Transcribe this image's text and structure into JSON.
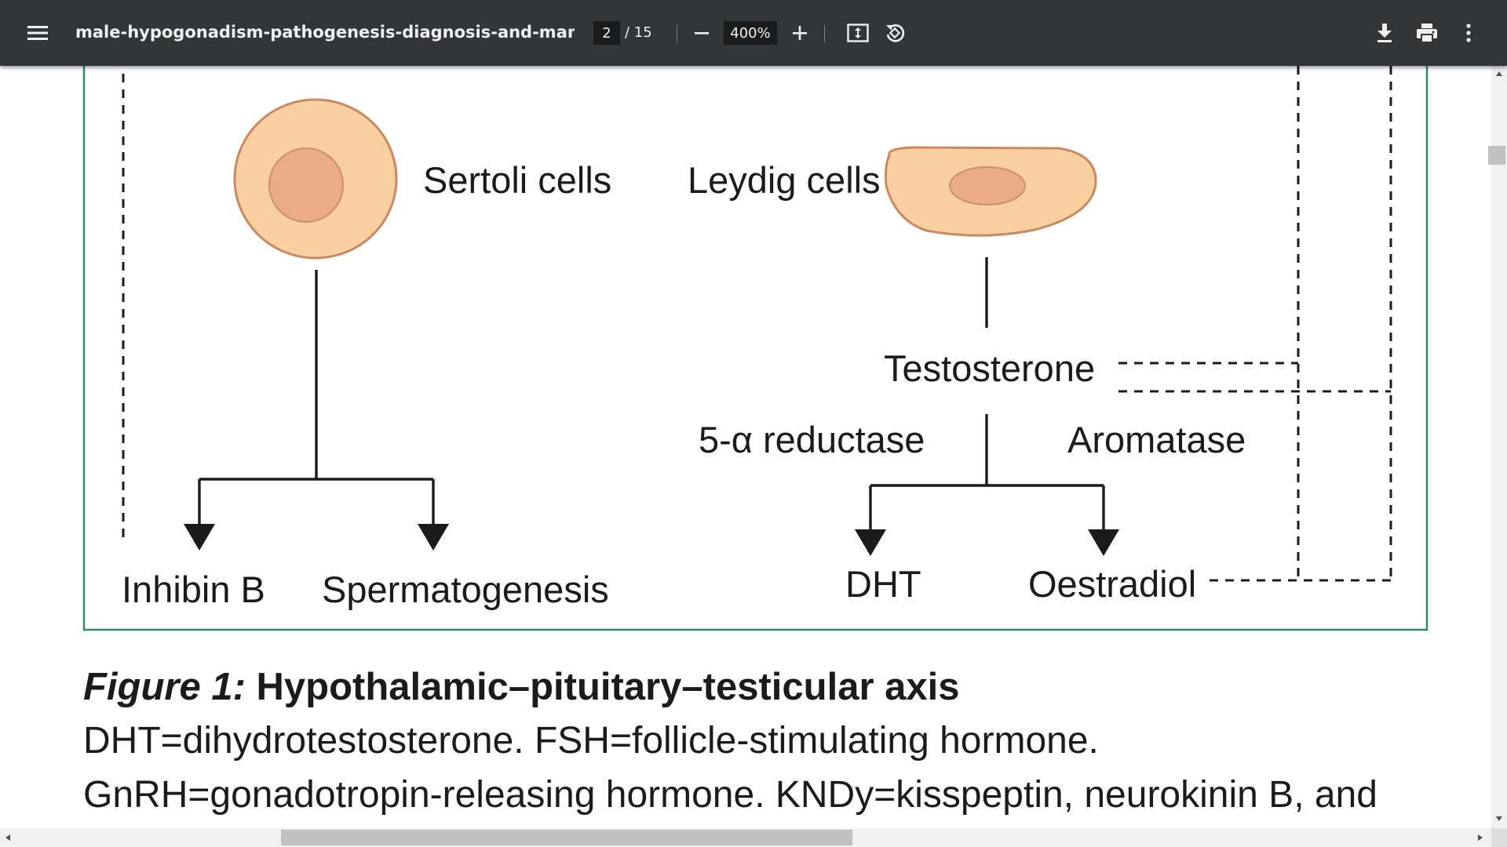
{
  "toolbar": {
    "menu_icon": "hamburger-menu-icon",
    "document_title": "male-hypogonadism-pathogenesis-diagnosis-and-management....",
    "current_page": "2",
    "total_pages": "/ 15",
    "zoom_level": "400%",
    "zoom_out_icon": "minus-icon",
    "zoom_in_icon": "plus-icon",
    "fit_page_icon": "fit-to-page-icon",
    "rotate_icon": "rotate-counterclockwise-icon",
    "download_icon": "download-icon",
    "print_icon": "print-icon",
    "more_icon": "more-vertical-icon",
    "background_color": "#323639"
  },
  "figure": {
    "border_color": "#2e8a6e",
    "cell_fill": "#f8cfa1",
    "nucleus_fill": "#ebab86",
    "cell_stroke": "#c98a62",
    "labels": {
      "sertoli": "Sertoli cells",
      "leydig": "Leydig cells",
      "testosterone": "Testosterone",
      "reductase": "5-α reductase",
      "aromatase": "Aromatase",
      "inhibin": "Inhibin B",
      "spermatogenesis": "Spermatogenesis",
      "dht": "DHT",
      "oestradiol": "Oestradiol"
    }
  },
  "caption": {
    "figure_label": "Figure 1:",
    "title": "Hypothalamic–pituitary–testicular axis",
    "line1": "DHT=dihydrotestosterone. FSH=follicle-stimulating hormone.",
    "line2": "GnRH=gonadotropin-releasing hormone. KNDy=kisspeptin, neurokinin B, and"
  }
}
